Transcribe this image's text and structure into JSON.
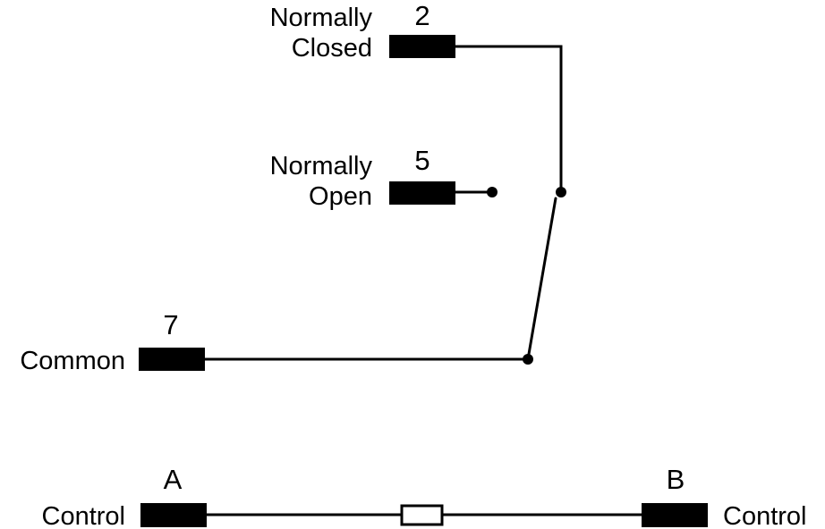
{
  "relay": {
    "normally_closed": {
      "pin": "2",
      "label_line1": "Normally",
      "label_line2": "Closed"
    },
    "normally_open": {
      "pin": "5",
      "label_line1": "Normally",
      "label_line2": "Open"
    },
    "common": {
      "pin": "7",
      "label": "Common"
    }
  },
  "coil": {
    "terminal_a": {
      "pin": "A",
      "label": "Control"
    },
    "terminal_b": {
      "pin": "B",
      "label": "Control"
    }
  }
}
